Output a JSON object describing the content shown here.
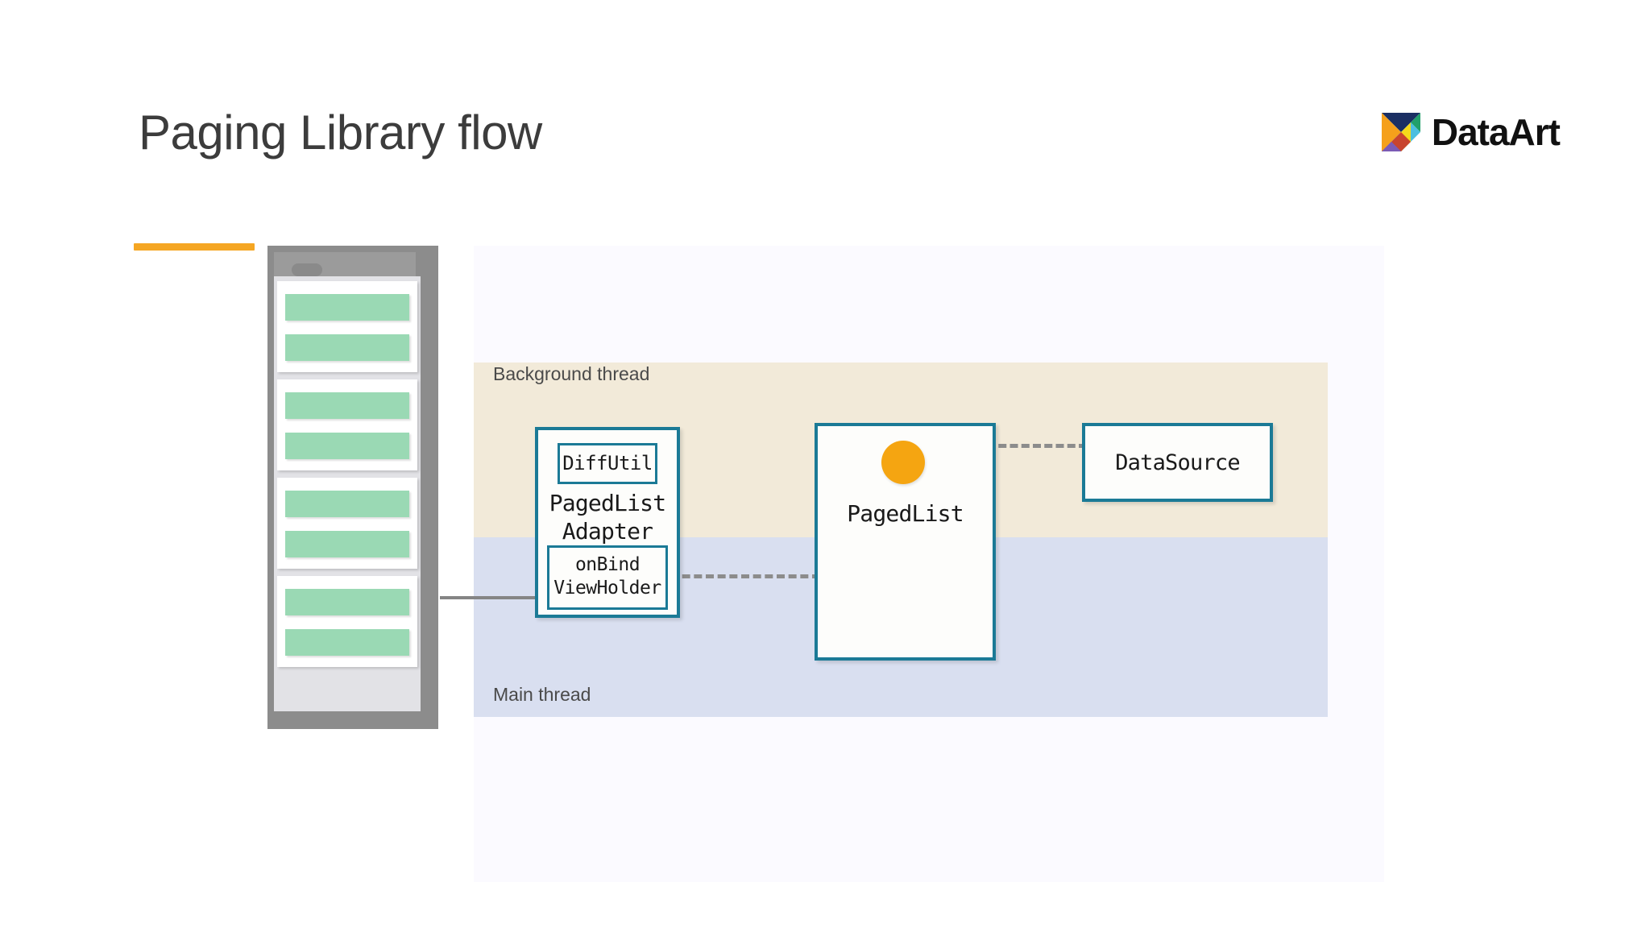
{
  "slide": {
    "title": "Paging Library flow",
    "accent_color": "#f5a623"
  },
  "brand": {
    "name": "DataArt",
    "mark_icon": "dataart-tangram-logo-icon",
    "mark_colors": [
      "#1b2f63",
      "#f5a01b",
      "#22a06b",
      "#f5d91b",
      "#c8442e",
      "#7b5bb5",
      "#4cbfe0"
    ]
  },
  "diagram": {
    "type": "architecture-flow",
    "threads": [
      {
        "id": "background",
        "label": "Background thread",
        "band_color": "#f2ead9"
      },
      {
        "id": "main",
        "label": "Main thread",
        "band_color": "#d9dff0"
      }
    ],
    "mockup": {
      "name": "recycler-view-phone-mockup",
      "frame_color": "#8c8c8c",
      "screen_color": "#e2e2e6",
      "card_color": "#ffffff",
      "placeholder_color": "#9ad9b4",
      "cards": [
        {
          "bars": 2
        },
        {
          "bars": 2
        },
        {
          "bars": 2
        },
        {
          "bars": 2
        }
      ]
    },
    "boxes": [
      {
        "id": "paged-list-adapter",
        "title": "PagedList\nAdapter",
        "title_line1": "PagedList",
        "title_line2": "Adapter",
        "border_color": "#1b7a96",
        "children": [
          {
            "id": "diff-util",
            "label": "DiffUtil"
          },
          {
            "id": "on-bind-view-holder",
            "label_line1": "onBind",
            "label_line2": "ViewHolder"
          }
        ]
      },
      {
        "id": "paged-list",
        "title": "PagedList",
        "border_color": "#1b7a96",
        "badge": {
          "id": "loading-indicator",
          "shape": "circle",
          "color": "#f5a511"
        }
      },
      {
        "id": "data-source",
        "title": "DataSource",
        "border_color": "#1b7a96"
      }
    ],
    "connectors": [
      {
        "id": "mockup-to-onbind",
        "style": "solid",
        "color": "#858585"
      },
      {
        "id": "adapter-to-pagedlist",
        "style": "dashed",
        "color": "#8c8c8c"
      },
      {
        "id": "pagedlist-to-datasource",
        "style": "dashed",
        "color": "#8c8c8c"
      }
    ]
  }
}
